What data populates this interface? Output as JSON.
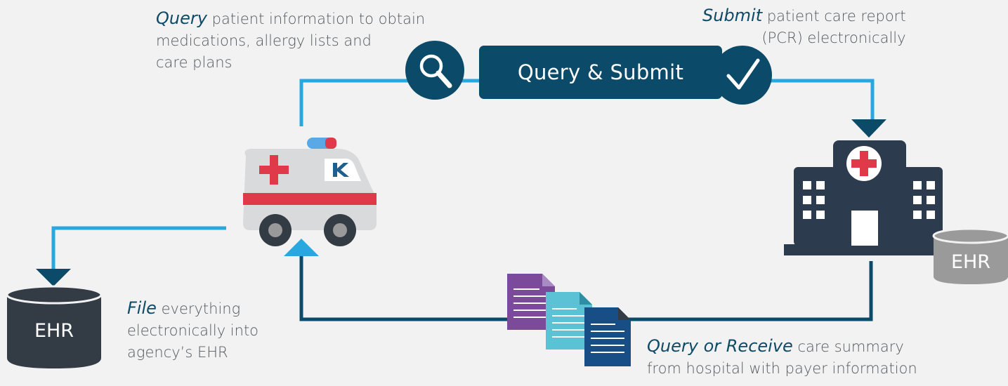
{
  "captions": {
    "query": {
      "emphasis": "Query",
      "lines": [
        "patient information to obtain",
        "medications, allergy lists and",
        "care plans"
      ]
    },
    "submit": {
      "emphasis": "Submit",
      "lines": [
        "patient care report",
        "(PCR) electronically"
      ]
    },
    "file": {
      "emphasis": "File",
      "lines": [
        "everything",
        "electronically into",
        "agency’s EHR"
      ]
    },
    "receive": {
      "emphasis": "Query or Receive",
      "lines": [
        "care summary",
        "from hospital with payer information"
      ]
    }
  },
  "center_box": {
    "label": "Query & Submit"
  },
  "ehr": {
    "left_label": "EHR",
    "right_label": "EHR"
  },
  "icons": {
    "search": "magnifier-icon",
    "check": "checkmark-icon",
    "ambulance": "ambulance-icon",
    "hospital": "hospital-icon",
    "documents": "document-stack-icon"
  },
  "colors": {
    "flow_light": "#29a8df",
    "flow_dark": "#0c4a6a",
    "navy": "#0c4a6a",
    "hospital": "#2d3b4e",
    "ambulance_red": "#e03a4a",
    "doc_purple": "#7b4a9a",
    "doc_teal": "#5bc2d6",
    "doc_blue": "#174e85",
    "ehr_dark": "#333c44",
    "ehr_grey": "#9a9a9a"
  }
}
